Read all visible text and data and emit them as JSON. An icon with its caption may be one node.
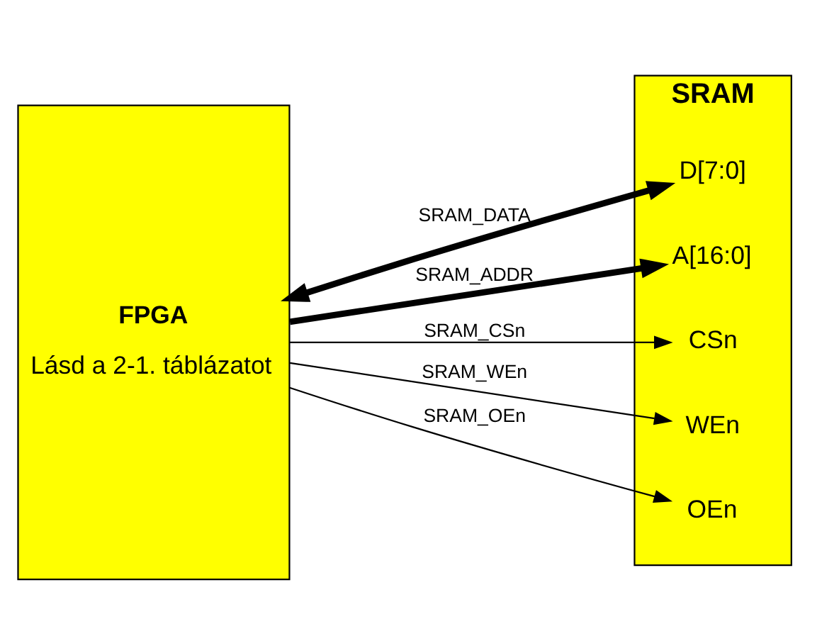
{
  "diagram": {
    "nodes": [
      {
        "text": [
          "FPGA",
          "Lásd a 2-1. táblázatot"
        ]
      },
      {
        "text": [
          "SRAM"
        ]
      },
      {
        "text": [
          "D[7:0]"
        ],
        "in": 1
      },
      {
        "text": [
          "A[16:0]"
        ],
        "in": 1
      },
      {
        "text": [
          "CSn"
        ],
        "in": 1
      },
      {
        "text": [
          "WEn"
        ],
        "in": 1
      },
      {
        "text": [
          "OEn"
        ],
        "in": 1
      }
    ],
    "edges": [
      {
        "from": 0,
        "to": 2,
        "arrow": "both",
        "label": "SRAM_DATA",
        "style": "thick"
      },
      {
        "from": 0,
        "to": 3,
        "arrow": "to",
        "label": "SRAM_ADDR",
        "style": "thick"
      },
      {
        "from": 0,
        "to": 4,
        "arrow": "to",
        "label": "SRAM_CSn"
      },
      {
        "from": 0,
        "to": 5,
        "arrow": "to",
        "label": "SRAM_WEn"
      },
      {
        "from": 0,
        "to": 6,
        "arrow": "to",
        "label": "SRAM_OEn"
      }
    ]
  }
}
